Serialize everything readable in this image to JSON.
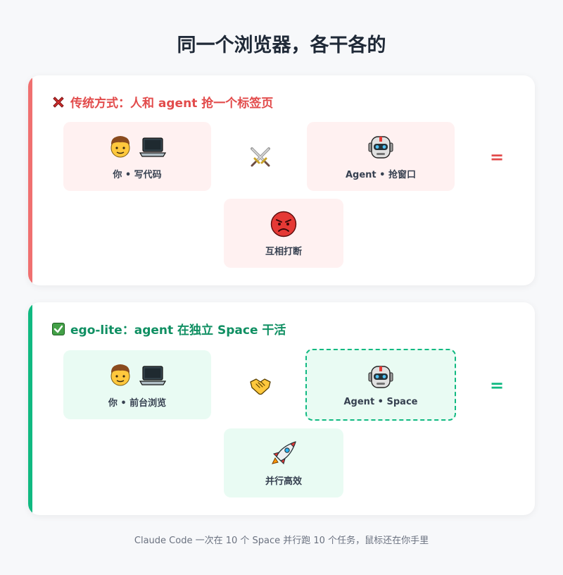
{
  "title": "同一个浏览器，各干各的",
  "traditional": {
    "heading": "传统方式：人和 agent 抢一个标签页",
    "you_label": "你 • 写代码",
    "agent_label": "Agent • 抢窗口",
    "result_label": "互相打断",
    "equals": "=",
    "colors": {
      "accent": "#e24b4b",
      "stripe": "#f07070",
      "box": "#fff1f1"
    },
    "icons": [
      "cross-mark-icon",
      "person-icon",
      "laptop-icon",
      "crossed-swords-icon",
      "robot-icon",
      "angry-face-icon"
    ]
  },
  "egolite": {
    "heading": "ego-lite：agent 在独立 Space 干活",
    "you_label": "你 • 前台浏览",
    "agent_label": "Agent • Space",
    "result_label": "并行高效",
    "equals": "=",
    "colors": {
      "accent": "#0f8f62",
      "stripe": "#10b981",
      "box": "#e9fbf3"
    },
    "icons": [
      "check-mark-icon",
      "person-icon",
      "laptop-icon",
      "handshake-icon",
      "robot-icon",
      "rocket-icon"
    ]
  },
  "footer": "Claude Code 一次在 10 个 Space 并行跑 10 个任务，鼠标还在你手里"
}
